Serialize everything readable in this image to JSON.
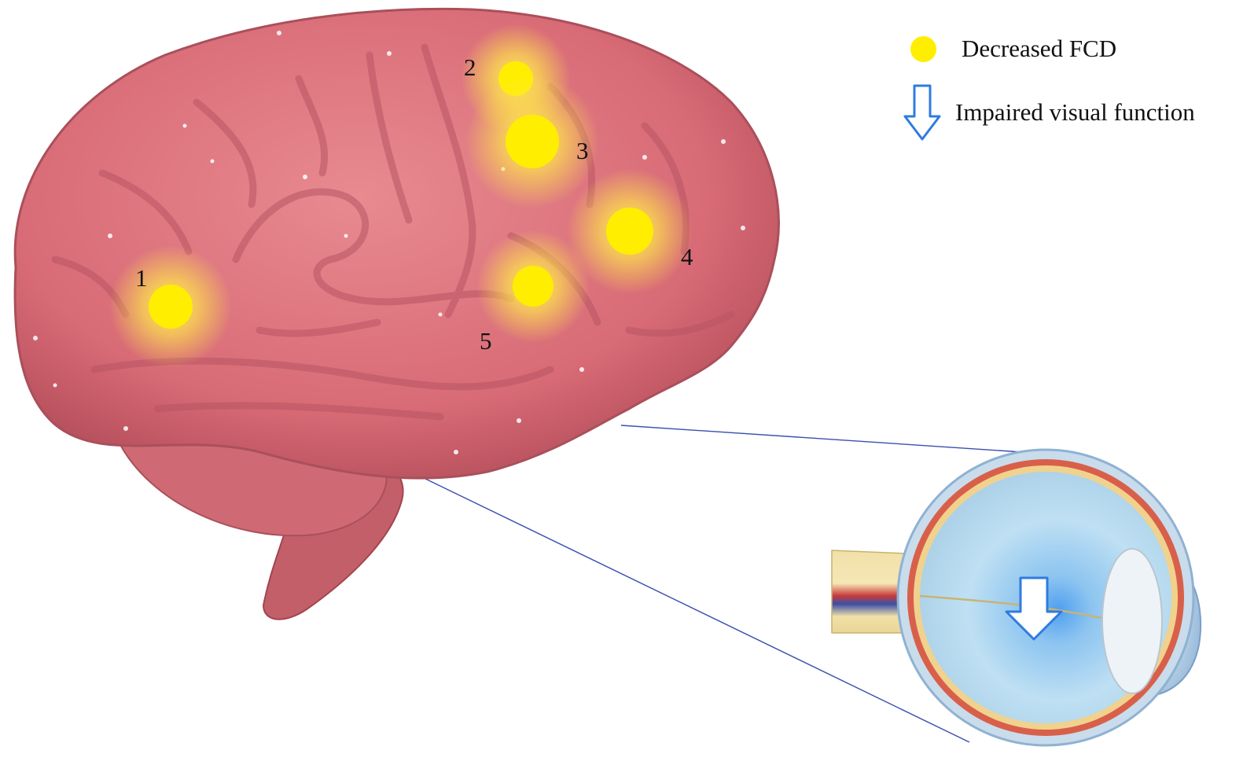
{
  "legend": {
    "decreased_fcd_label": "Decreased FCD",
    "impaired_visual_label": "Impaired visual function"
  },
  "regions": [
    {
      "label": "1"
    },
    {
      "label": "2"
    },
    {
      "label": "3"
    },
    {
      "label": "4"
    },
    {
      "label": "5"
    }
  ],
  "colors": {
    "brain": "#d9707a",
    "brain_dark": "#b2505c",
    "highlight": "#ffee00",
    "eye": "#b9ddf1",
    "arrow_blue": "#2f7be0",
    "connector": "#3a4fb0"
  },
  "icons": {
    "fcd_marker": "yellow-dot-icon",
    "impaired_marker": "down-arrow-icon"
  }
}
